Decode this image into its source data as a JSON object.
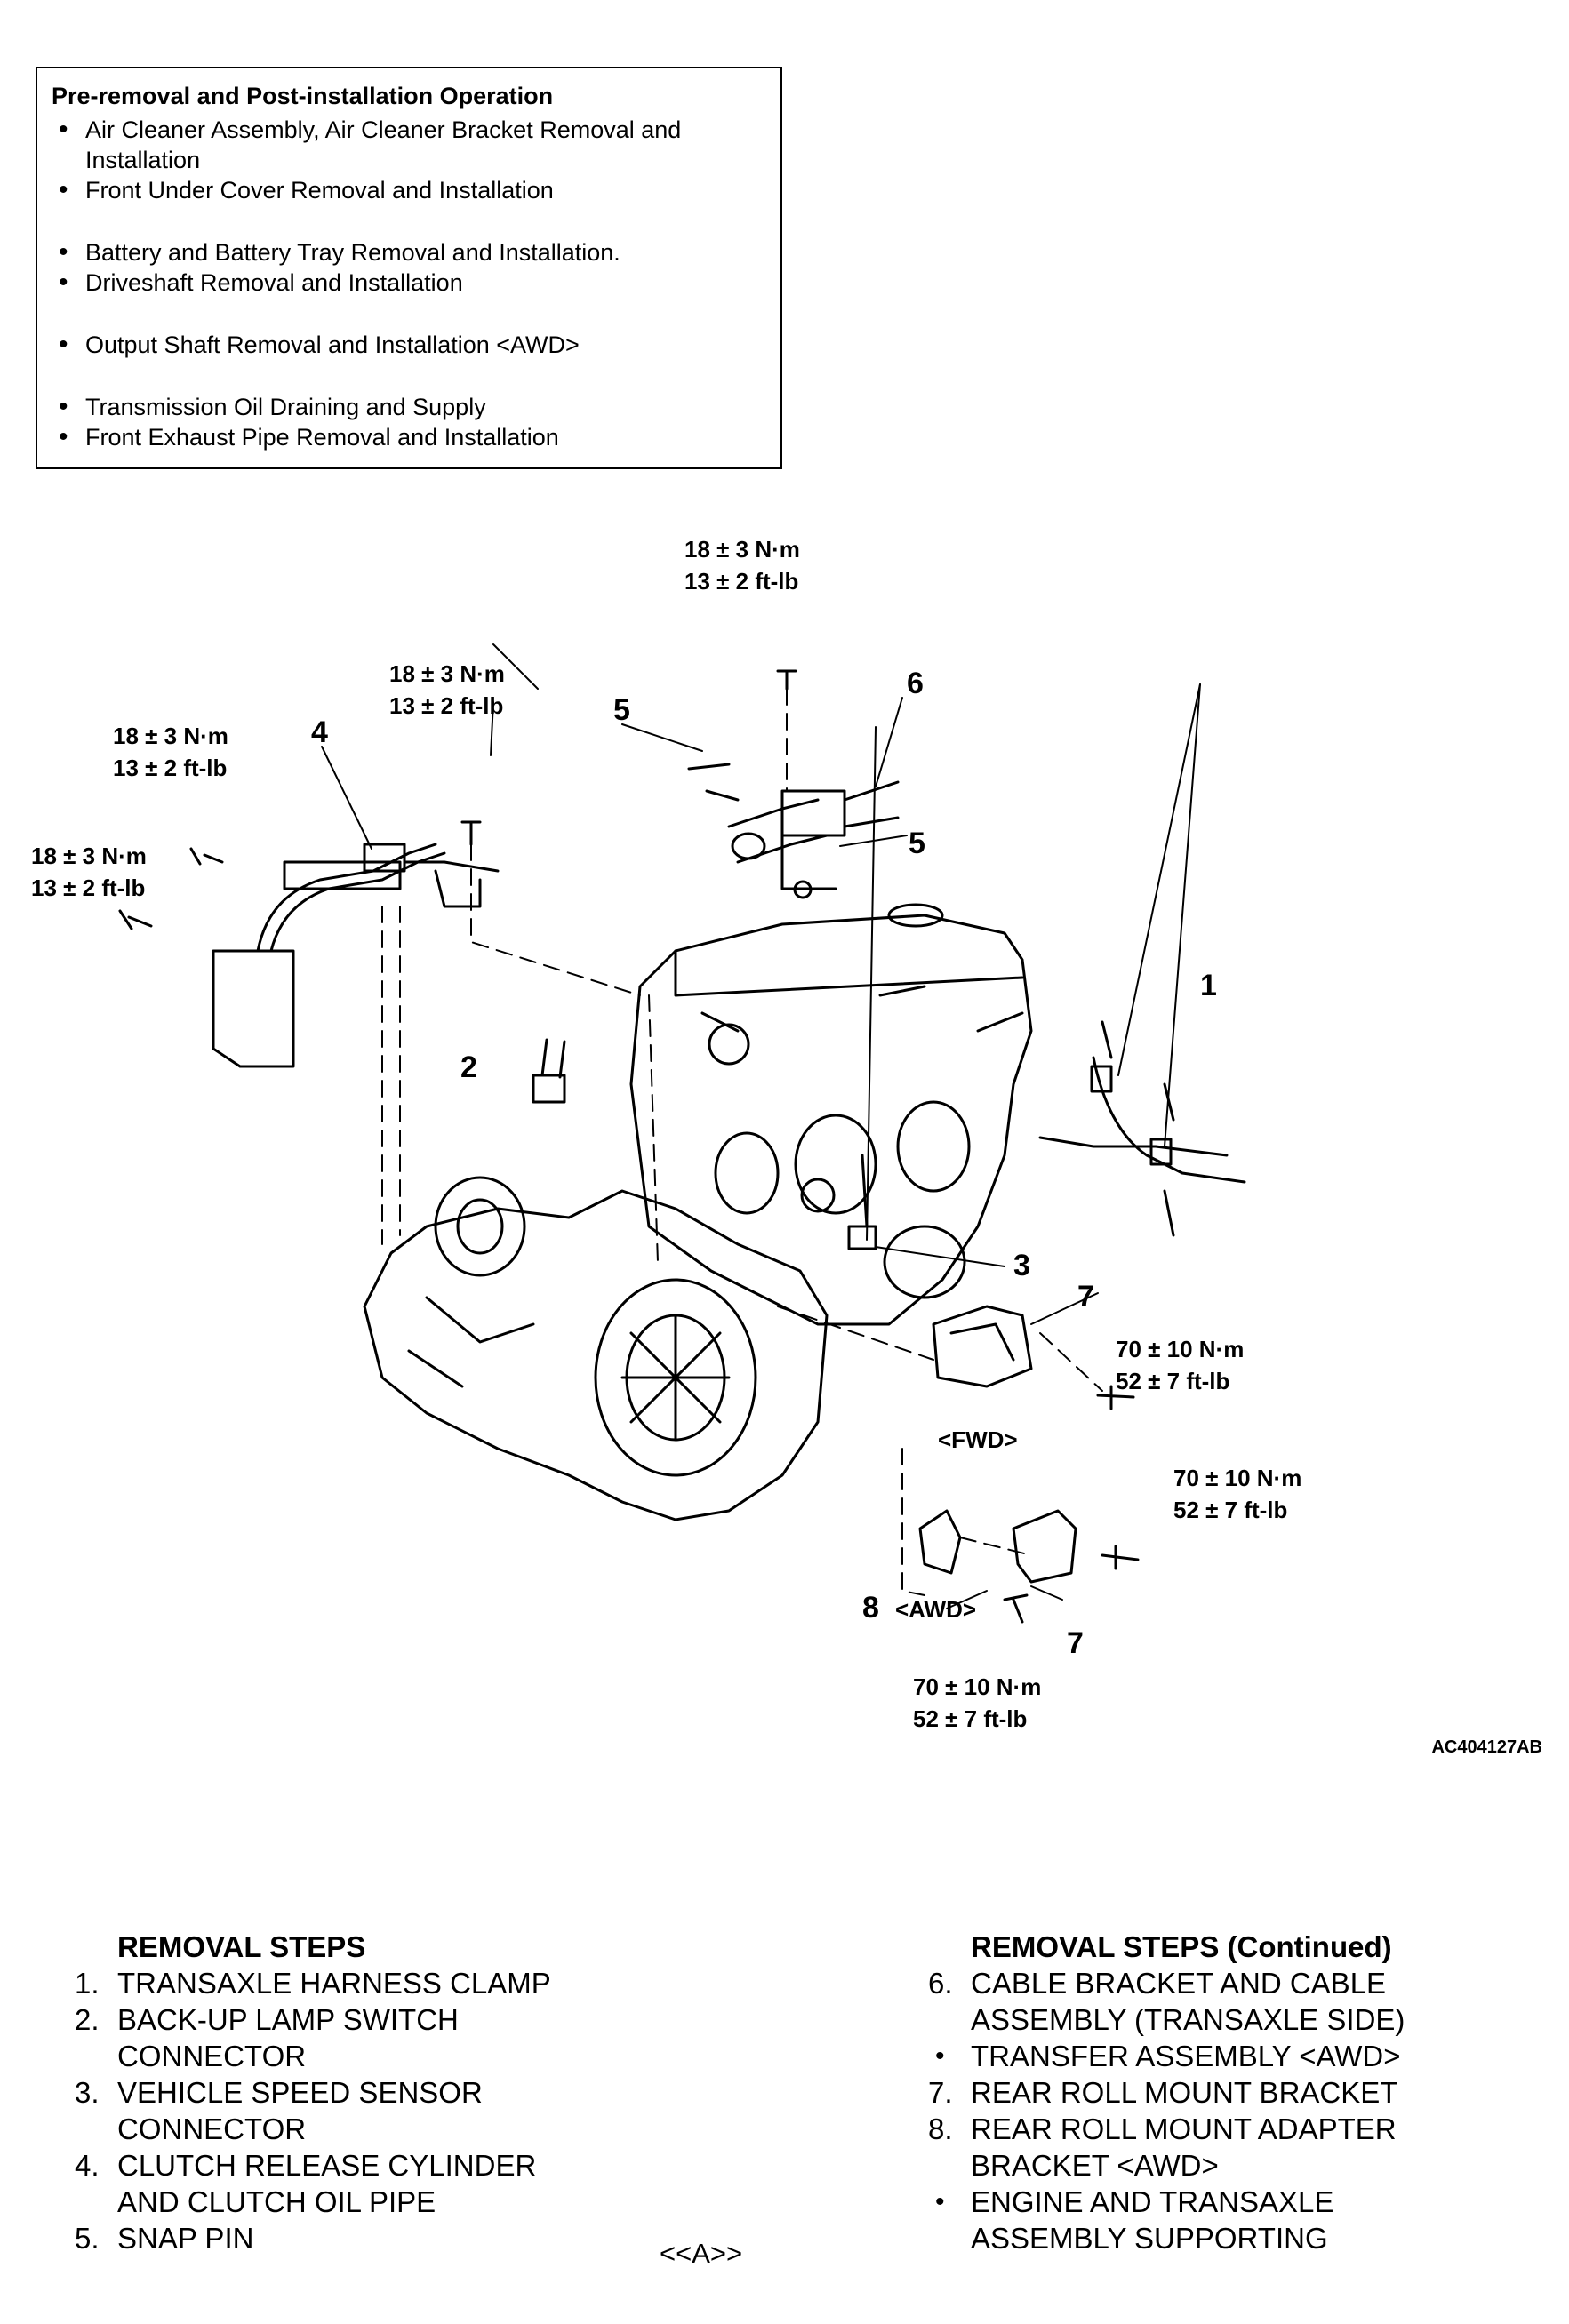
{
  "pre_removal": {
    "title": "Pre-removal and Post-installation Operation",
    "items": [
      "Air Cleaner Assembly, Air Cleaner Bracket Removal and Installation",
      "Front Under Cover Removal and Installation",
      "Battery and Battery Tray Removal and Installation.",
      "Driveshaft Removal and Installation",
      "Output Shaft Removal and Installation <AWD>",
      "Transmission Oil Draining and Supply",
      "Front Exhaust Pipe Removal and Installation"
    ]
  },
  "diagram": {
    "torque": {
      "t1_nm": "18 ± 3 N·m",
      "t1_ft": "13 ± 2 ft-lb",
      "t2_nm": "18 ± 3 N·m",
      "t2_ft": "13 ± 2 ft-lb",
      "t3_nm": "18 ± 3 N·m",
      "t3_ft": "13 ± 2 ft-lb",
      "t4_nm": "18 ± 3 N·m",
      "t4_ft": "13 ± 2 ft-lb",
      "t5_nm": "70 ± 10 N·m",
      "t5_ft": "52 ± 7 ft-lb",
      "t6_nm": "70 ± 10 N·m",
      "t6_ft": "52 ± 7 ft-lb",
      "t7_nm": "70 ± 10 N·m",
      "t7_ft": "52 ± 7 ft-lb"
    },
    "callouts": {
      "c1": "1",
      "c2": "2",
      "c3": "3",
      "c4": "4",
      "c5a": "5",
      "c5b": "5",
      "c6": "6",
      "c7a": "7",
      "c7b": "7",
      "c8": "8"
    },
    "tags": {
      "fwd": "<FWD>",
      "awd": "<AWD>"
    },
    "figure_id": "AC404127AB"
  },
  "removal_steps": {
    "heading": "REMOVAL STEPS",
    "items": [
      {
        "num": "1.",
        "text": "TRANSAXLE HARNESS CLAMP"
      },
      {
        "num": "2.",
        "text": "BACK-UP LAMP SWITCH CONNECTOR"
      },
      {
        "num": "3.",
        "text": "VEHICLE SPEED SENSOR CONNECTOR"
      },
      {
        "num": "4.",
        "text": "CLUTCH RELEASE CYLINDER AND CLUTCH OIL PIPE"
      },
      {
        "num": "5.",
        "text": "SNAP PIN"
      }
    ],
    "note": "<<A>>"
  },
  "removal_steps_continued": {
    "heading": "REMOVAL STEPS (Continued)",
    "items": [
      {
        "num": "6.",
        "text": "CABLE BRACKET AND CABLE ASSEMBLY (TRANSAXLE SIDE)"
      },
      {
        "num": "•",
        "text": "TRANSFER ASSEMBLY <AWD>"
      },
      {
        "num": "7.",
        "text": "REAR ROLL MOUNT BRACKET"
      },
      {
        "num": "8.",
        "text": "REAR ROLL MOUNT ADAPTER BRACKET <AWD>"
      },
      {
        "num": "•",
        "text": "ENGINE AND TRANSAXLE ASSEMBLY SUPPORTING"
      }
    ]
  }
}
